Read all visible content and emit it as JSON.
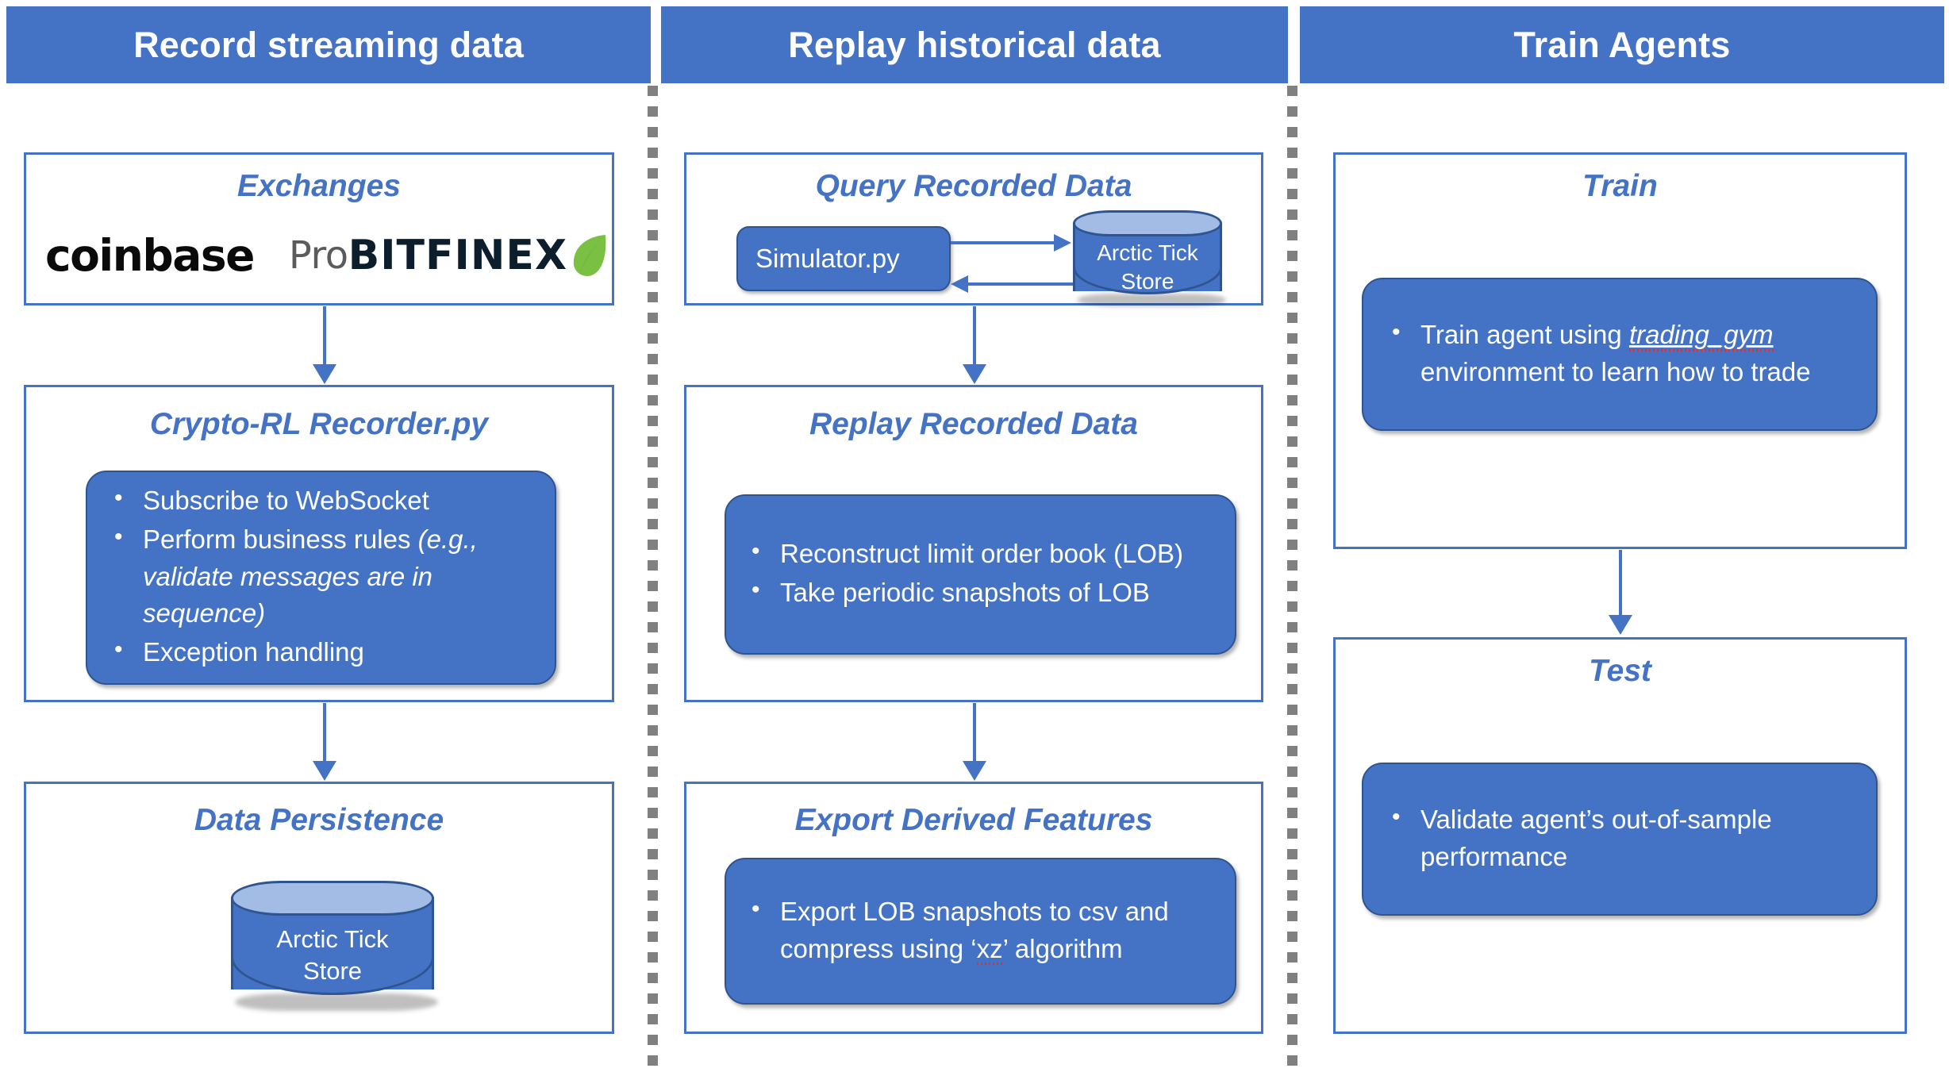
{
  "colors": {
    "accent": "#4472C4",
    "accent_dark": "#2E558F",
    "cylinder_top": "#A3BCE6",
    "divider_gray": "#808080",
    "spell_error_red": "#E03030",
    "header_text": "#FFFFFF"
  },
  "columns": [
    {
      "header": "Record streaming data",
      "panels": [
        {
          "title": "Exchanges",
          "logos": [
            {
              "name": "coinbase-pro-logo",
              "word": "coinbase",
              "suffix": "Pro"
            },
            {
              "name": "bitfinex-logo",
              "word": "BITFINEX",
              "suffix": ""
            }
          ]
        },
        {
          "title": "Crypto-RL Recorder.py",
          "bullets": [
            {
              "text": "Subscribe to WebSocket"
            },
            {
              "text": "Perform business rules ",
              "italic_tail": "(e.g., validate messages are in sequence)"
            },
            {
              "text": "Exception handling"
            }
          ]
        },
        {
          "title": "Data Persistence",
          "cylinder": {
            "label_line1": "Arctic Tick",
            "label_line2": "Store"
          }
        }
      ]
    },
    {
      "header": "Replay historical data",
      "panels": [
        {
          "title": "Query Recorded Data",
          "node_label": "Simulator.py",
          "cylinder": {
            "label_line1": "Arctic Tick",
            "label_line2": "Store"
          }
        },
        {
          "title": "Replay Recorded Data",
          "bullets": [
            {
              "text": "Reconstruct limit order book (LOB)"
            },
            {
              "text": "Take periodic snapshots of LOB"
            }
          ]
        },
        {
          "title": "Export Derived Features",
          "bullets": [
            {
              "text": "Export LOB snapshots to csv and compress using ‘xz’ algorithm",
              "misspelled": "xz"
            }
          ]
        }
      ]
    },
    {
      "header": "Train Agents",
      "panels": [
        {
          "title": "Train",
          "bullets": [
            {
              "text_before": "Train agent using ",
              "misspelled_italic": "trading_gym",
              "text_after": " environment to learn how to trade"
            }
          ]
        },
        {
          "title": "Test",
          "bullets": [
            {
              "text": "Validate agent’s out-of-sample performance"
            }
          ]
        }
      ]
    }
  ]
}
